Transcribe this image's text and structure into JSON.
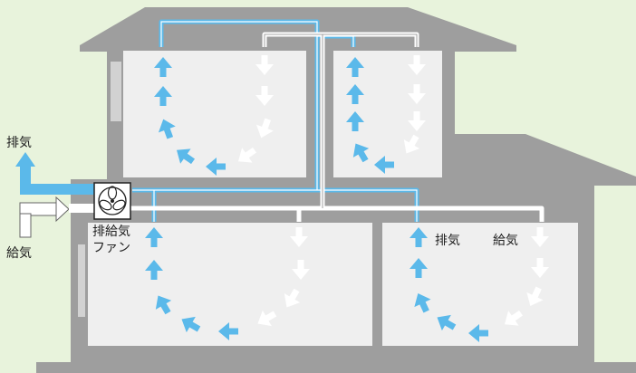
{
  "labels": {
    "exhaust_left": "排気",
    "supply_left": "給気",
    "fan_line1": "排給気",
    "fan_line2": "ファン",
    "exhaust_room": "排気",
    "supply_room": "給気"
  },
  "colors": {
    "background": "#e8f3dc",
    "house": "#9e9e9e",
    "room": "#efefef",
    "exhaust_flow": "#5bb9ea",
    "supply_flow": "#ffffff"
  },
  "icons": [
    "fan-icon"
  ]
}
